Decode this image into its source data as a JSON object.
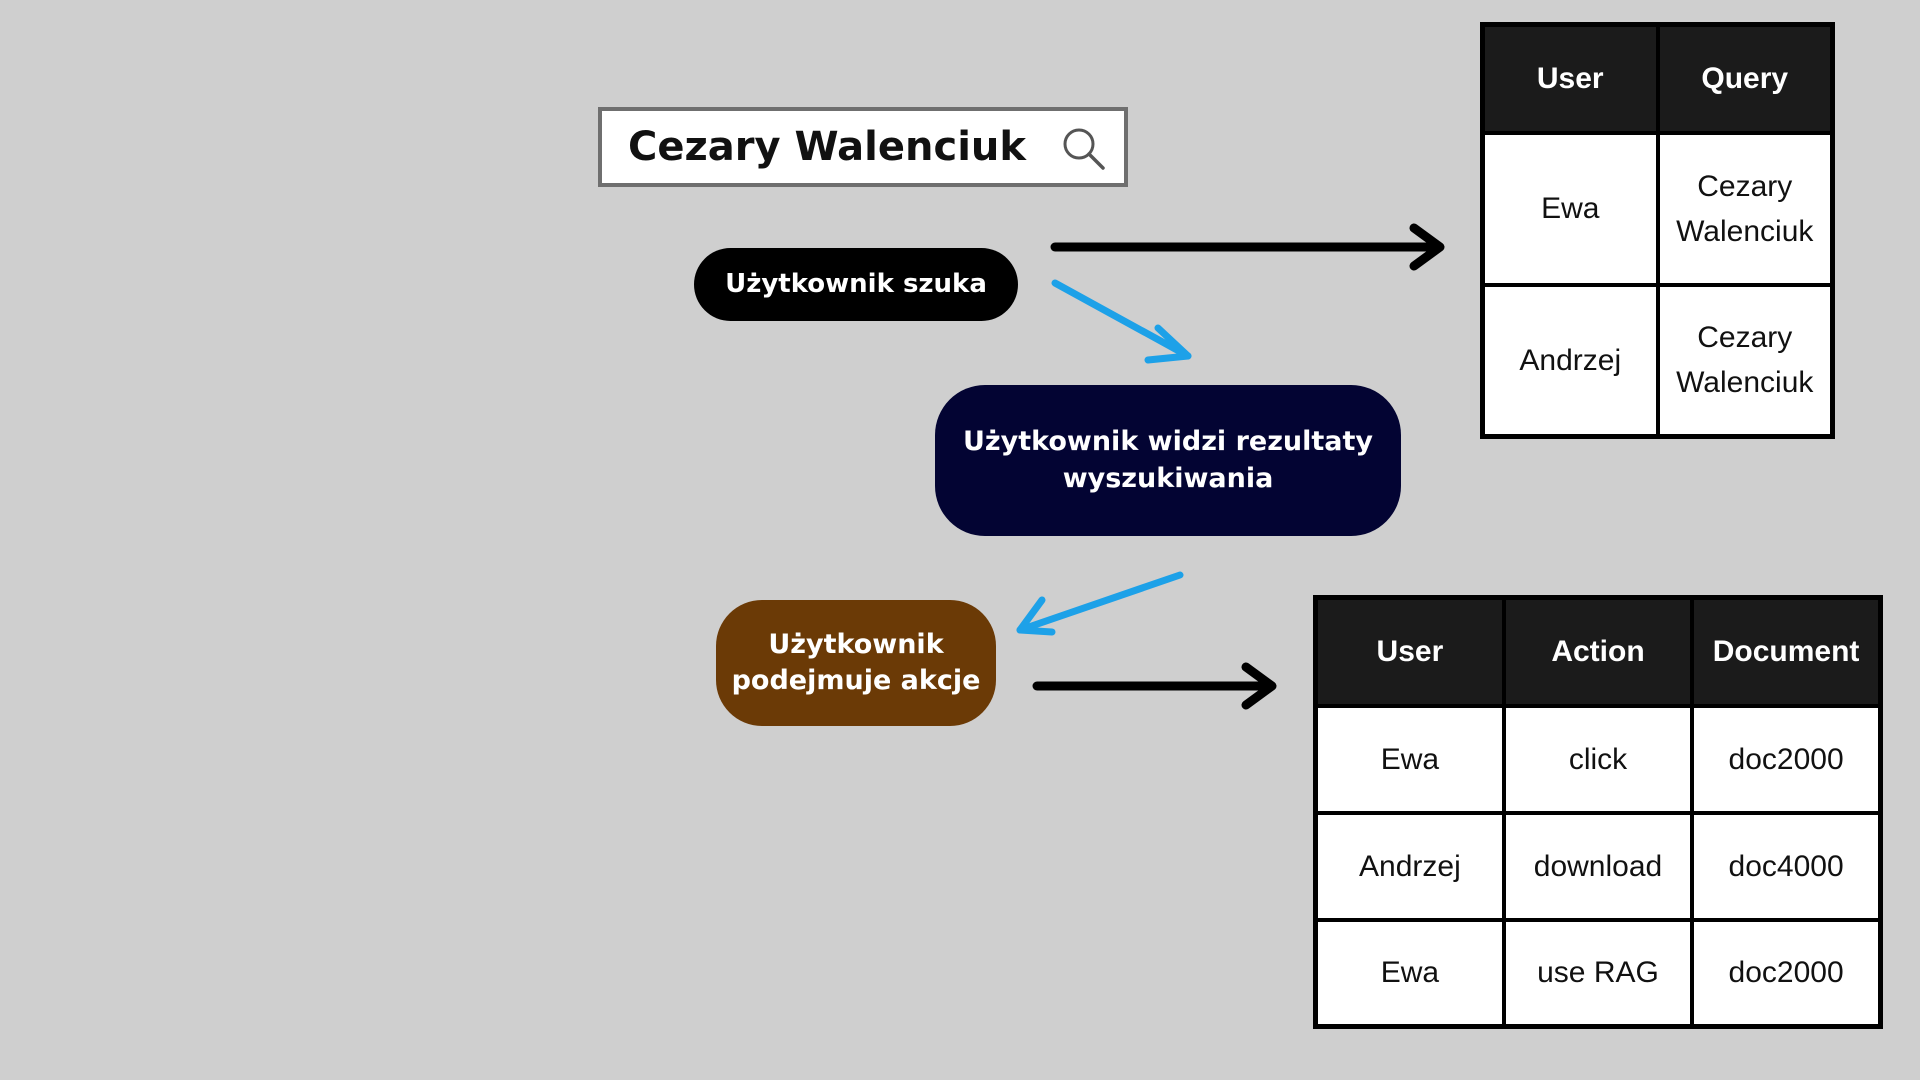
{
  "search": {
    "query_text": "Cezary Walenciuk",
    "icon": "search-icon"
  },
  "nodes": {
    "user_searches": "Użytkownik szuka",
    "user_sees_results": "Użytkownik widzi rezultaty wyszukiwania",
    "user_takes_action": "Użytkownik podejmuje akcje"
  },
  "colors": {
    "background": "#cfcfcf",
    "node_searches": "#000000",
    "node_sees_results": "#030433",
    "node_takes_action": "#6b3a06",
    "arrow_flow": "#1da1e8",
    "arrow_log": "#000000",
    "table_header": "#1b1b1b"
  },
  "query_log_table": {
    "headers": [
      "User",
      "Query"
    ],
    "rows": [
      [
        "Ewa",
        "Cezary Walenciuk"
      ],
      [
        "Andrzej",
        "Cezary Walenciuk"
      ]
    ]
  },
  "action_log_table": {
    "headers": [
      "User",
      "Action",
      "Document"
    ],
    "rows": [
      [
        "Ewa",
        "click",
        "doc2000"
      ],
      [
        "Andrzej",
        "download",
        "doc4000"
      ],
      [
        "Ewa",
        "use RAG",
        "doc2000"
      ]
    ]
  }
}
